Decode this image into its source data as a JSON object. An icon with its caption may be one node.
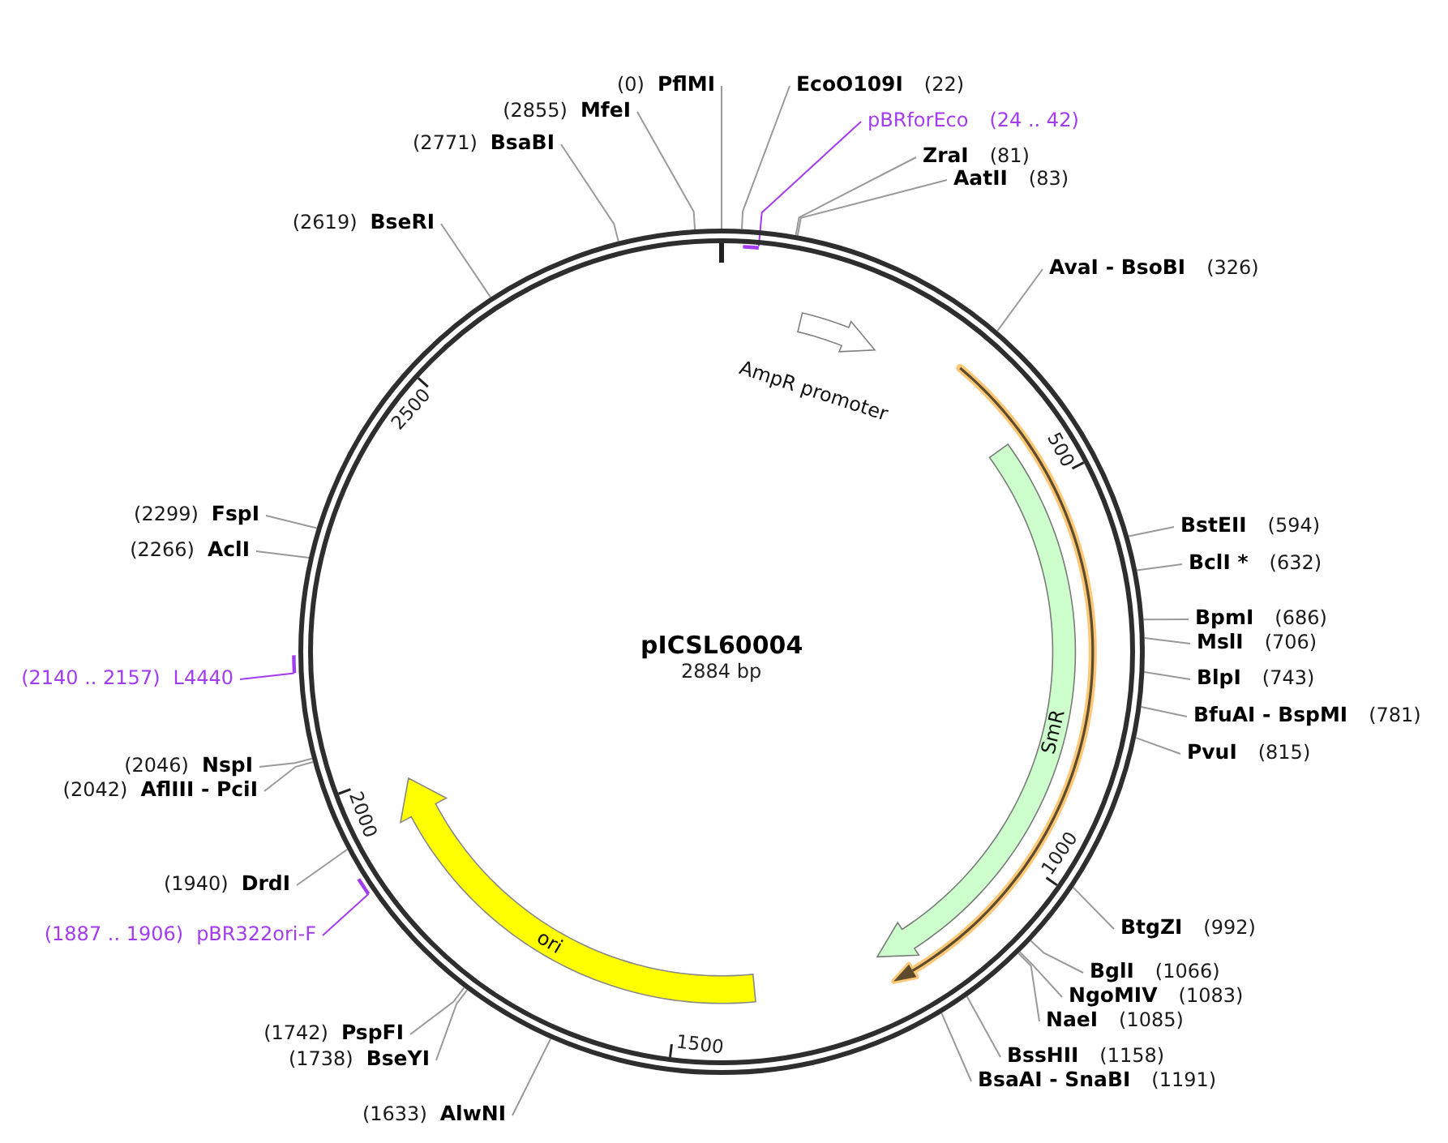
{
  "diagram": {
    "nodes": [
      {
        "text": [
          "pICSL60004",
          "2884 bp"
        ]
      },
      {
        "text": [
          "AmpR promoter"
        ],
        "in": 0
      },
      {
        "text": [
          "SmR"
        ],
        "in": 0
      },
      {
        "text": [],
        "shape": "arrow",
        "in": 0
      },
      {
        "text": [
          "ori"
        ],
        "in": 0
      },
      {
        "text": [
          "(0)",
          "PflMI"
        ]
      },
      {
        "text": [
          "EcoO109I",
          "(22)"
        ]
      },
      {
        "text": [
          "pBRforEco",
          "(24 .. 42)"
        ]
      },
      {
        "text": [],
        "shape": "bar",
        "in": 0
      },
      {
        "text": [
          "ZraI",
          "(81)"
        ]
      },
      {
        "text": [
          "AatII",
          "(83)"
        ]
      },
      {
        "text": [
          "AvaI - BsoBI",
          "(326)"
        ]
      },
      {
        "text": [
          "BstEII",
          "(594)"
        ]
      },
      {
        "text": [
          "BclI *",
          "(632)"
        ]
      },
      {
        "text": [
          "BpmI",
          "(686)"
        ]
      },
      {
        "text": [
          "MslI",
          "(706)"
        ]
      },
      {
        "text": [
          "BlpI",
          "(743)"
        ]
      },
      {
        "text": [
          "BfuAI - BspMI",
          "(781)"
        ]
      },
      {
        "text": [
          "PvuI",
          "(815)"
        ]
      },
      {
        "text": [
          "BtgZI",
          "(992)"
        ]
      },
      {
        "text": [
          "BglI",
          "(1066)"
        ]
      },
      {
        "text": [
          "NgoMIV",
          "(1083)"
        ]
      },
      {
        "text": [
          "NaeI",
          "(1085)"
        ]
      },
      {
        "text": [
          "BssHII",
          "(1158)"
        ]
      },
      {
        "text": [
          "BsaAI - SnaBI",
          "(1191)"
        ]
      },
      {
        "text": [
          "(1633)",
          "AlwNI"
        ]
      },
      {
        "text": [
          "(1742)",
          "PspFI"
        ]
      },
      {
        "text": [
          "(1738)",
          "BseYI"
        ]
      },
      {
        "text": [
          "(1887 .. 1906)",
          "pBR322ori-F"
        ]
      },
      {
        "text": [],
        "shape": "bar"
      },
      {
        "text": [
          "(1940)",
          "DrdI"
        ]
      },
      {
        "text": [
          "(2042)",
          "AflIII - PciI"
        ]
      },
      {
        "text": [
          "(2046)",
          "NspI"
        ]
      },
      {
        "text": [
          "(2140 .. 2157)",
          "L4440"
        ]
      },
      {
        "text": [],
        "shape": "bar"
      },
      {
        "text": [
          "(2266)",
          "AclI"
        ]
      },
      {
        "text": [
          "(2299)",
          "FspI"
        ]
      },
      {
        "text": [
          "(2619)",
          "BseRI"
        ]
      },
      {
        "text": [
          "(2771)",
          "BsaBI"
        ]
      },
      {
        "text": [
          "(2855)",
          "MfeI"
        ]
      }
    ],
    "edges": [
      {
        "from": 5,
        "to": 0,
        "arrow": "none"
      },
      {
        "from": 6,
        "to": 0,
        "arrow": "none"
      },
      {
        "from": 7,
        "to": 8,
        "arrow": "none",
        "color": "#a33cf0"
      },
      {
        "from": 9,
        "to": 0,
        "arrow": "none"
      },
      {
        "from": 10,
        "to": 0,
        "arrow": "none"
      },
      {
        "from": 11,
        "to": 0,
        "arrow": "none"
      },
      {
        "from": 12,
        "to": 0,
        "arrow": "none"
      },
      {
        "from": 13,
        "to": 0,
        "arrow": "none"
      },
      {
        "from": 14,
        "to": 0,
        "arrow": "none"
      },
      {
        "from": 15,
        "to": 0,
        "arrow": "none"
      },
      {
        "from": 16,
        "to": 0,
        "arrow": "none"
      },
      {
        "from": 17,
        "to": 0,
        "arrow": "none"
      },
      {
        "from": 18,
        "to": 0,
        "arrow": "none"
      },
      {
        "from": 19,
        "to": 0,
        "arrow": "none"
      },
      {
        "from": 20,
        "to": 0,
        "arrow": "none"
      },
      {
        "from": 21,
        "to": 0,
        "arrow": "none"
      },
      {
        "from": 22,
        "to": 0,
        "arrow": "none"
      },
      {
        "from": 23,
        "to": 0,
        "arrow": "none"
      },
      {
        "from": 24,
        "to": 0,
        "arrow": "none"
      },
      {
        "from": 25,
        "to": 0,
        "arrow": "none"
      },
      {
        "from": 26,
        "to": 0,
        "arrow": "none"
      },
      {
        "from": 27,
        "to": 0,
        "arrow": "none"
      },
      {
        "from": 28,
        "to": 29,
        "arrow": "none",
        "color": "#a33cf0"
      },
      {
        "from": 30,
        "to": 0,
        "arrow": "none"
      },
      {
        "from": 31,
        "to": 0,
        "arrow": "none"
      },
      {
        "from": 32,
        "to": 0,
        "arrow": "none"
      },
      {
        "from": 33,
        "to": 34,
        "arrow": "none",
        "color": "#a33cf0"
      },
      {
        "from": 35,
        "to": 0,
        "arrow": "none"
      },
      {
        "from": 36,
        "to": 0,
        "arrow": "none"
      },
      {
        "from": 37,
        "to": 0,
        "arrow": "none"
      },
      {
        "from": 38,
        "to": 0,
        "arrow": "none"
      },
      {
        "from": 39,
        "to": 0,
        "arrow": "none"
      }
    ],
    "labels": [
      "500",
      "1000",
      "1500",
      "2000",
      "2500"
    ]
  }
}
